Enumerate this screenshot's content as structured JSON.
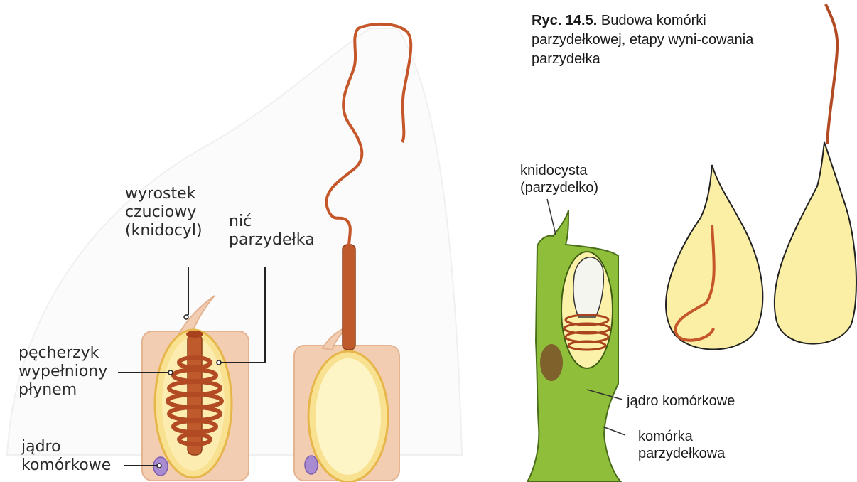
{
  "left_panel": {
    "labels": {
      "knidocyl": "wyrostek\nczuciowy\n(knidocyl)",
      "thread": "nić\nparzydełka",
      "vesicle": "pęcherzyk\nwypełniony\npłynem",
      "nucleus": "jądro\nkomórkowe"
    }
  },
  "right_panel": {
    "caption_number": "Ryc. 14.5.",
    "caption_text": "Budowa komórki parzydełkowej, etapy wyni-cowania parzydełka",
    "labels": {
      "cnidocyst": "knidocysta\n(parzydełko)",
      "nucleus": "jądro komórkowe",
      "cell": "komórka\nparzydełkowa"
    }
  },
  "colors": {
    "cell_fill": "#f3cdb1",
    "vesicle_fill": "#fbe99a",
    "thread": "#c4562a",
    "nucleus": "#a98bd1",
    "green_cell": "#8fbf3a",
    "capsule": "#fbf1a8"
  }
}
